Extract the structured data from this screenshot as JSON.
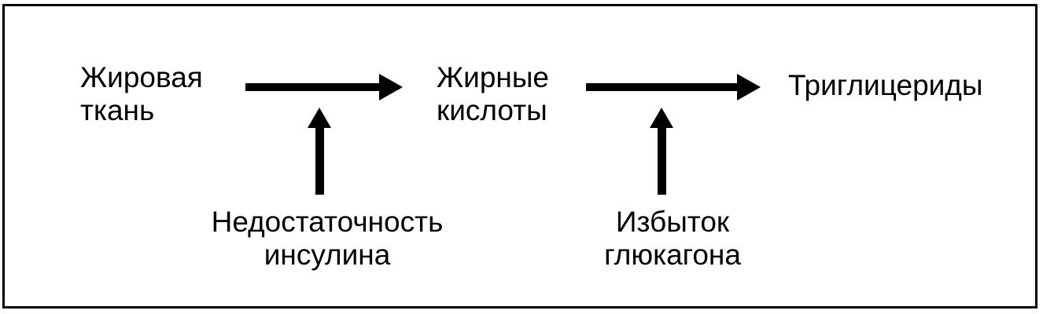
{
  "nodes": {
    "adipose": {
      "line1": "Жировая",
      "line2": "ткань"
    },
    "fatty_acids": {
      "line1": "Жирные",
      "line2": "кислоты"
    },
    "triglycerides": {
      "line1": "Триглицериды"
    }
  },
  "modifiers": {
    "insulin": {
      "line1": "Недостаточность",
      "line2": "инсулина"
    },
    "glucagon": {
      "line1": "Избыток",
      "line2": "глюкагона"
    }
  },
  "edges": [
    {
      "from": "adipose",
      "to": "fatty_acids",
      "modifier": "insulin"
    },
    {
      "from": "fatty_acids",
      "to": "triglycerides",
      "modifier": "glucagon"
    }
  ],
  "colors": {
    "ink": "#000000",
    "background": "#ffffff"
  }
}
